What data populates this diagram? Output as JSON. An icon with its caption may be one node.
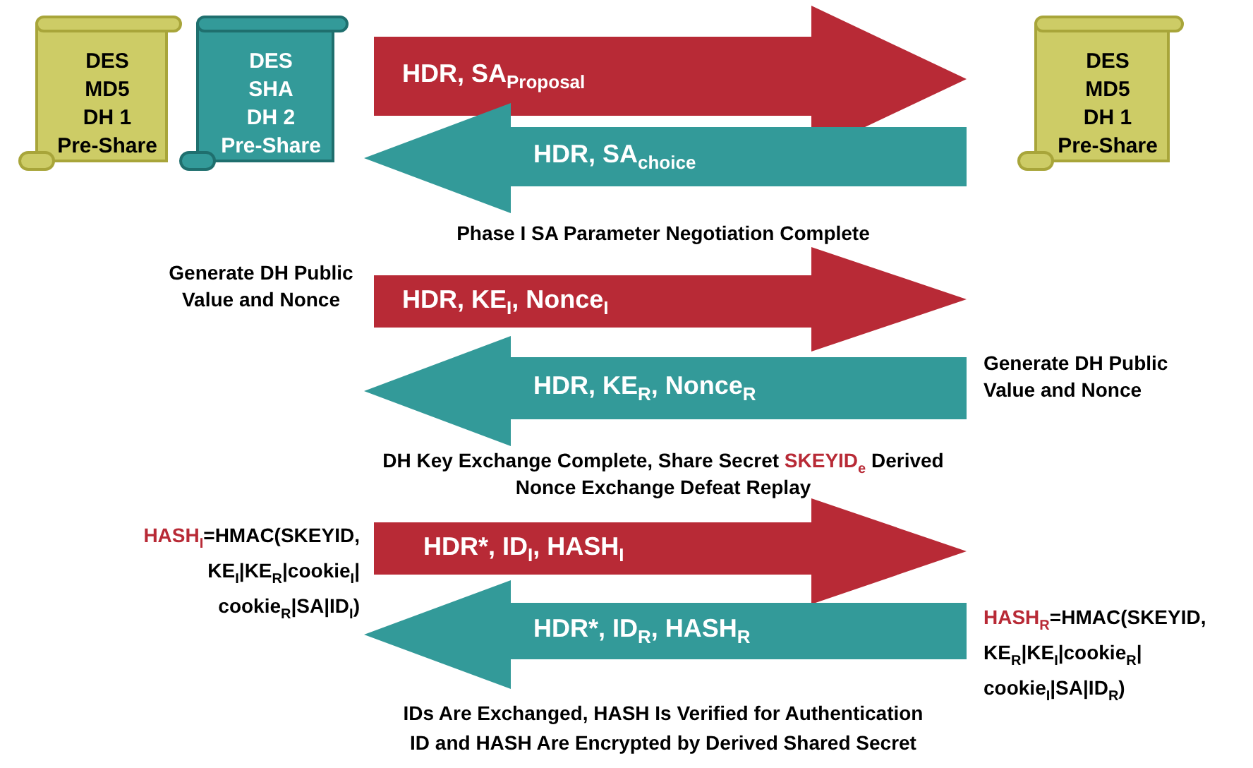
{
  "diagram": {
    "nodes": [
      {
        "text": [
          "DES",
          "MD5",
          "DH 1",
          "Pre-Share"
        ]
      },
      {
        "text": [
          "DES",
          "SHA",
          "DH 2",
          "Pre-Share"
        ]
      },
      {
        "text": [
          "DES",
          "MD5",
          "DH 1",
          "Pre-Share"
        ]
      },
      {
        "text": [
          "HDR, SA$_{Proposal}$"
        ]
      },
      {
        "text": [
          "HDR, SA$_{choice}$"
        ]
      },
      {
        "text": [
          "HDR, KE$_{I}$, Nonce$_{I}$"
        ]
      },
      {
        "text": [
          "HDR, KE$_{R}$, Nonce$_{R}$"
        ]
      },
      {
        "text": [
          "HDR*, ID$_{I}$, HASH$_{I}$"
        ]
      },
      {
        "text": [
          "HDR*, ID$_{R}$, HASH$_{R}$"
        ]
      }
    ],
    "labels": [
      "Phase I SA Parameter Negotiation Complete",
      "Generate DH Public Value and Nonce",
      "Generate DH Public Value and Nonce",
      "DH Key Exchange Complete, Share Secret SKEYID$_{e}$ Derived",
      "Nonce Exchange Defeat Replay",
      "HASH$_{I}$=HMAC(SKEYID, KE$_{I}$|KE$_{R}$|cookie$_{I}$| cookie$_{R}$|SA|ID$_{I}$)",
      "HASH$_{R}$=HMAC(SKEYID, KE$_{R}$|KE$_{I}$|cookie$_{R}$| cookie$_{I}$|SA|ID$_{R}$)",
      "IDs Are Exchanged, HASH Is Verified for Authentication",
      "ID and HASH Are Encrypted by Derived Shared Secret"
    ]
  }
}
